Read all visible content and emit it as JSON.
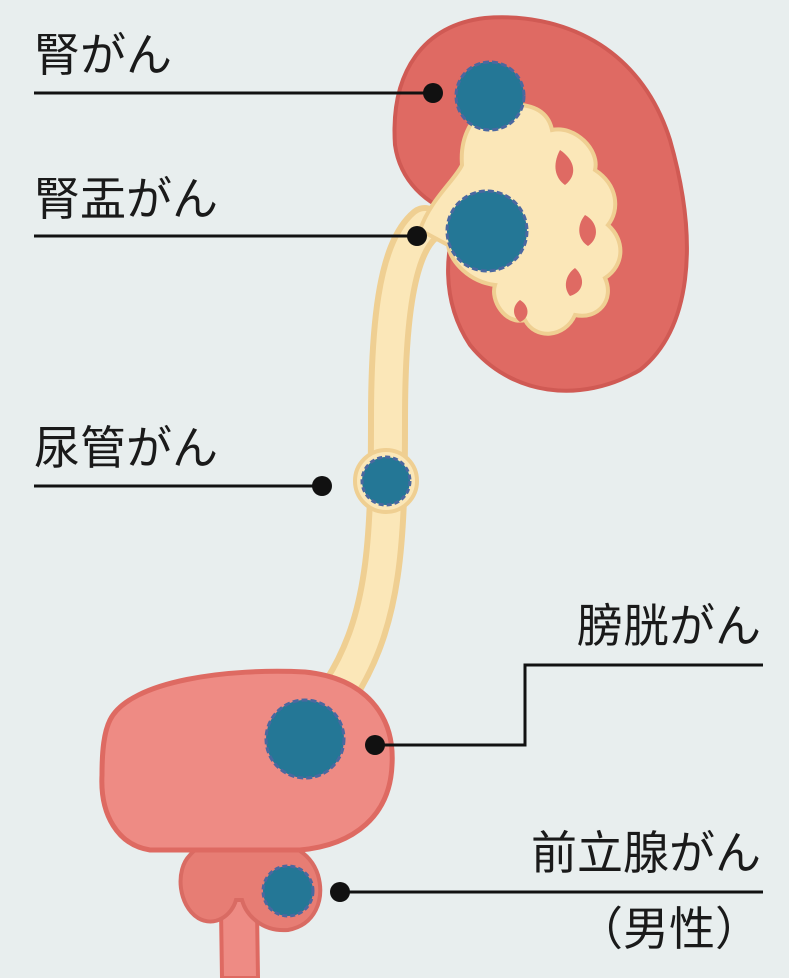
{
  "labels": {
    "kidney_cancer": "腎がん",
    "renal_pelvis_cancer": "腎盂がん",
    "ureter_cancer": "尿管がん",
    "bladder_cancer": "膀胱がん",
    "prostate_cancer": "前立腺がん",
    "prostate_note": "（男性）"
  },
  "colors": {
    "background": "#e8eeee",
    "kidney": "#df6a63",
    "kidney_outline": "#d05a54",
    "pelvis": "#fbe7b8",
    "ureter_outline": "#efcf92",
    "bladder": "#ee8b84",
    "bladder_outline": "#de6a62",
    "tumor": "#247796",
    "tumor_outline": "#4a68a0",
    "leader_line": "#111111"
  }
}
